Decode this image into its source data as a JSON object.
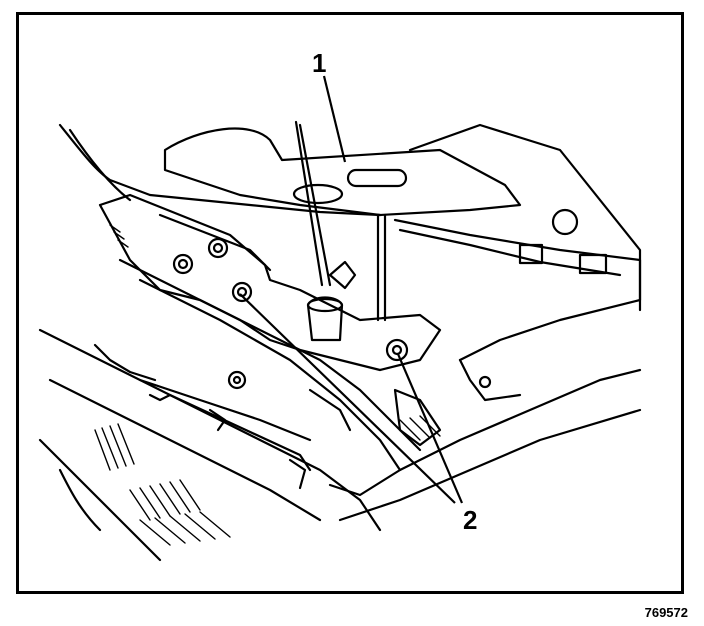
{
  "callouts": {
    "one": "1",
    "two": "2"
  },
  "figure_id": "769572",
  "colors": {
    "ink": "#000000",
    "paper": "#ffffff"
  }
}
